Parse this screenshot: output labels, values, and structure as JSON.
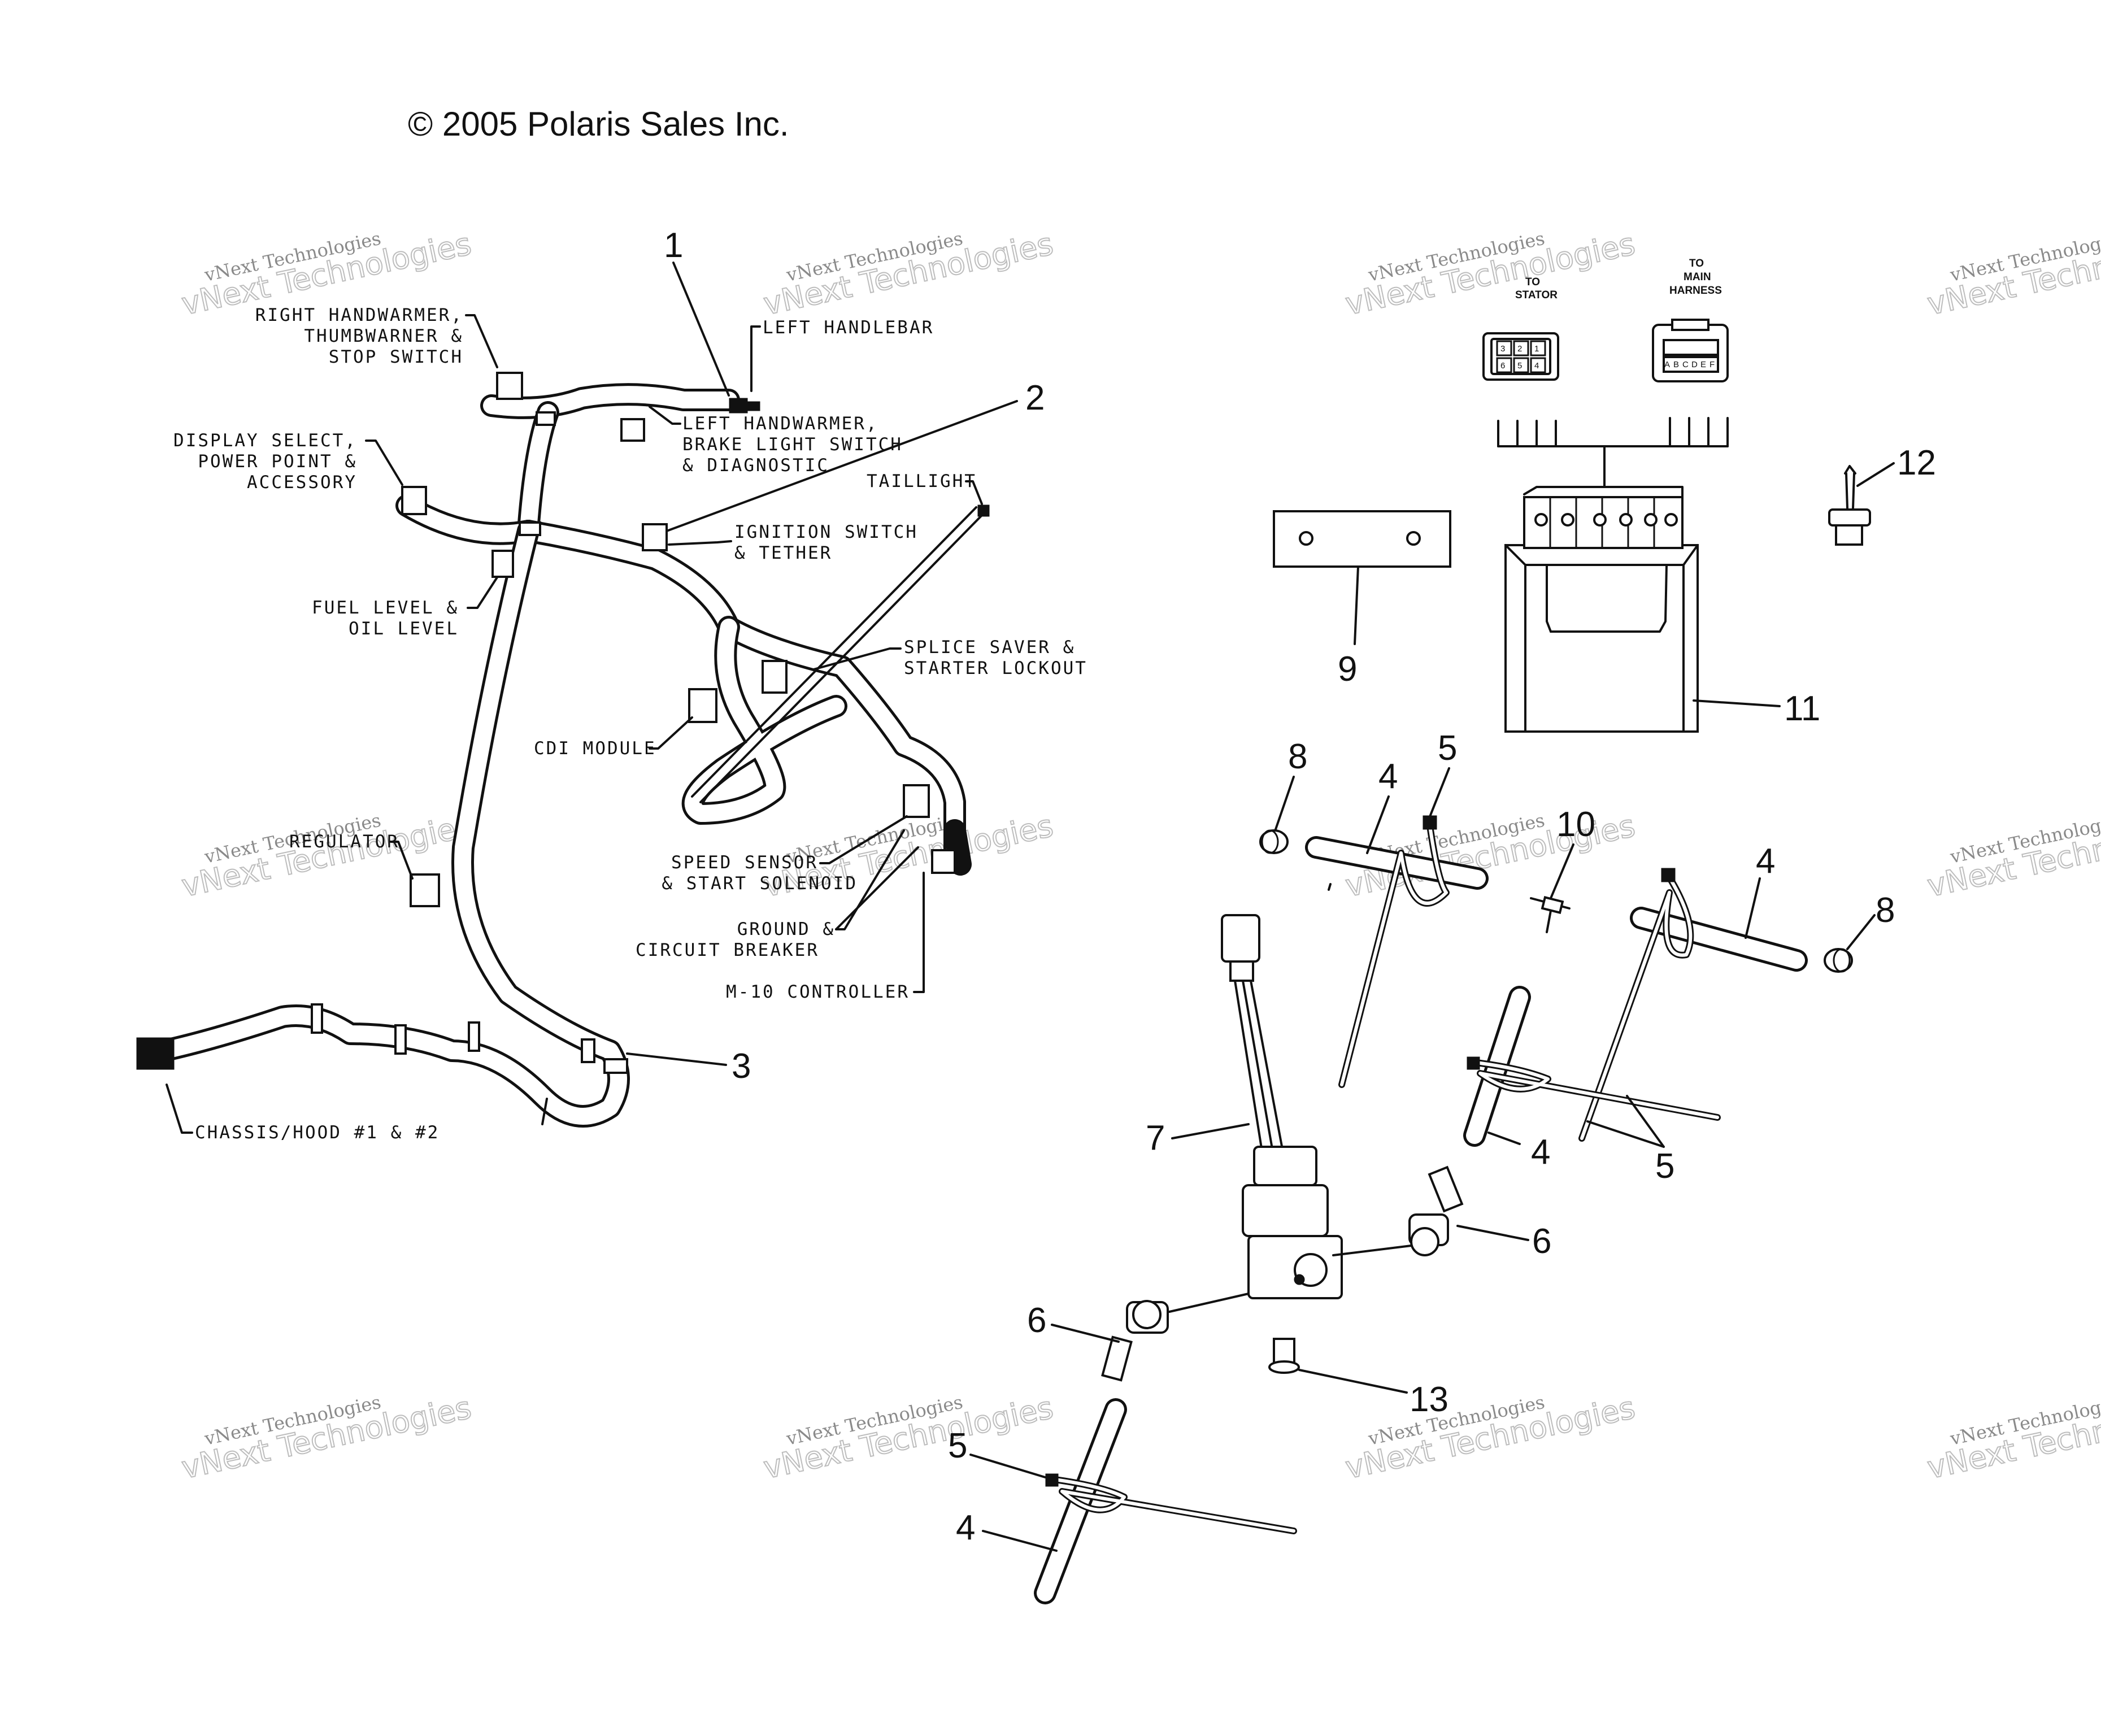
{
  "copyright": "© 2005 Polaris Sales Inc.",
  "watermark": {
    "line1": "vNext Technologies",
    "line2": "vNext Technologies"
  },
  "labels": {
    "left_handlebar": "LEFT HANDLEBAR",
    "right_handwarmer": [
      "RIGHT HANDWARMER,",
      "THUMBWARNER &",
      "STOP SWITCH"
    ],
    "left_handwarmer": [
      "LEFT HANDWARMER,",
      "BRAKE LIGHT SWITCH",
      "& DIAGNOSTIC"
    ],
    "display_select": [
      "DISPLAY SELECT,",
      "POWER POINT &",
      "ACCESSORY"
    ],
    "taillight": "TAILLIGHT",
    "ignition_switch": [
      "IGNITION SWITCH",
      "& TETHER"
    ],
    "fuel_level": [
      "FUEL LEVEL &",
      "OIL LEVEL"
    ],
    "splice_saver": [
      "SPLICE SAVER &",
      "STARTER LOCKOUT"
    ],
    "cdi_module": "CDI MODULE",
    "regulator": "REGULATOR",
    "speed_sensor": [
      "SPEED SENSOR",
      "& START SOLENOID"
    ],
    "ground": [
      "GROUND &",
      "CIRCUIT BREAKER"
    ],
    "m10_controller": "M-10 CONTROLLER",
    "chassis_hood": "CHASSIS/HOOD #1 & #2",
    "to_stator": [
      "TO",
      "STATOR"
    ],
    "to_main_harness": [
      "TO",
      "MAIN",
      "HARNESS"
    ]
  },
  "stator_pins": [
    "3",
    "2",
    "1",
    "6",
    "5",
    "4"
  ],
  "main_pins": [
    "A",
    "B",
    "C",
    "D",
    "E",
    "F"
  ],
  "callouts": {
    "n1": "1",
    "n2": "2",
    "n3": "3",
    "n4a": "4",
    "n4b": "4",
    "n4c": "4",
    "n4d": "4",
    "n5a": "5",
    "n5b": "5",
    "n5c": "5",
    "n6a": "6",
    "n6b": "6",
    "n7": "7",
    "n8a": "8",
    "n8b": "8",
    "n9": "9",
    "n10": "10",
    "n11": "11",
    "n12": "12",
    "n13": "13"
  }
}
